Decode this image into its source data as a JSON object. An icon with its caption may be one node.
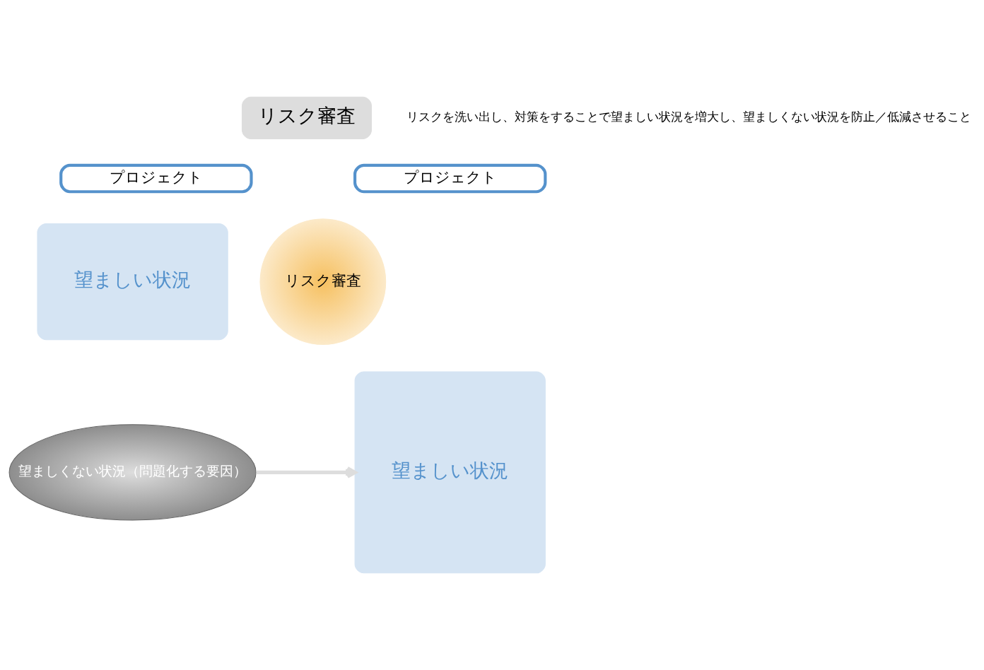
{
  "diagram": {
    "nodes": [
      {
        "text": [
          "リスク審査"
        ],
        "beside": [
          "リスクを洗い出し、対策をすることで望ましい状況を増大し、望ましくない状況を防止／低減させること"
        ]
      },
      {
        "text": [
          "プロジェクト"
        ]
      },
      {
        "text": [
          "望ましい状況"
        ]
      },
      {
        "text": [
          "望ましくない状況（問題化する要因）"
        ]
      },
      {
        "text": [
          "リスク審査"
        ]
      },
      {
        "text": [
          "プロジェクト"
        ]
      },
      {
        "text": [
          "望ましい状況"
        ]
      }
    ],
    "edges": [
      {
        "from": 3,
        "to": 6,
        "arrow": "to",
        "color": "#dddddd"
      }
    ]
  }
}
